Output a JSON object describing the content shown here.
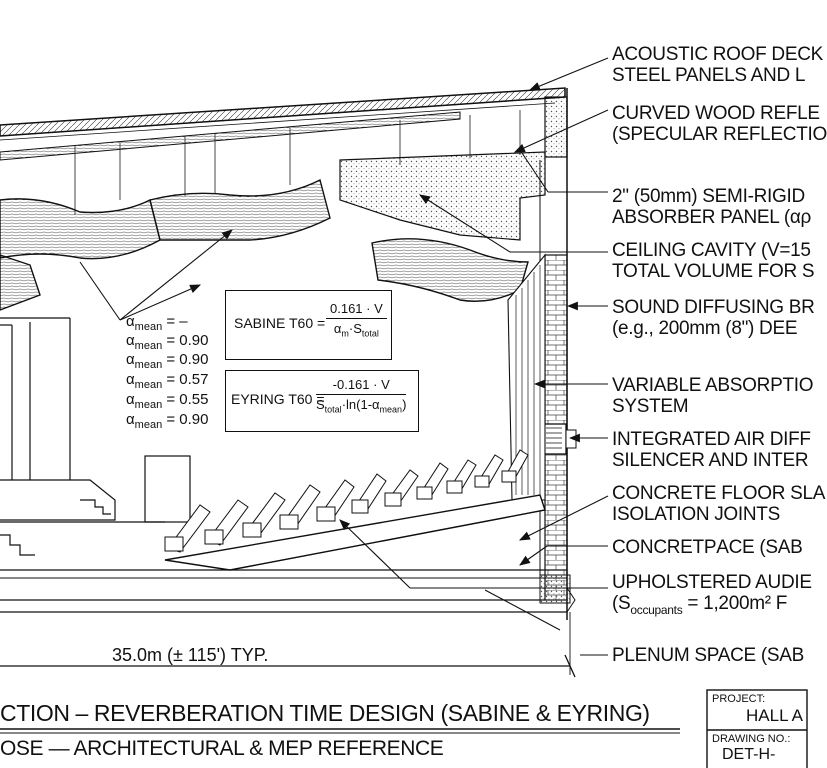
{
  "callouts": [
    {
      "id": "roof",
      "line1": "ACOUSTIC ROOF DECK",
      "line2": "STEEL PANELS AND L"
    },
    {
      "id": "reflector",
      "line1": "CURVED WOOD REFLE",
      "line2": "(SPECULAR REFLECTIO"
    },
    {
      "id": "absorber",
      "line1": "2\" (50mm) SEMI-RIGID",
      "line2": "ABSORBER PANEL (αρ"
    },
    {
      "id": "cavity",
      "line1": "CEILING CAVITY (V=15",
      "line2": "TOTAL VOLUME FOR S"
    },
    {
      "id": "diffusing",
      "line1": "SOUND DIFFUSING BR",
      "line2": "(e.g., 200mm (8\") DEE"
    },
    {
      "id": "variable",
      "line1": "VARIABLE ABSORPTIO",
      "line2": "SYSTEM"
    },
    {
      "id": "air",
      "line1": "INTEGRATED AIR DIFF",
      "line2": "SILENCER AND INTER"
    },
    {
      "id": "slab",
      "line1": "CONCRETE FLOOR SLA",
      "line2": "ISOLATION JOINTS"
    },
    {
      "id": "concretpace",
      "line1": "CONCRETРACE (SAB",
      "line2": ""
    },
    {
      "id": "upholstered",
      "line1": "UPHOLSTERED AUDIE",
      "line2_pre": "(S",
      "line2_sub": "occupants",
      "line2_post": " = 1,200m² F"
    },
    {
      "id": "plenum",
      "line1": "PLENUM SPACE (SAB",
      "line2": ""
    }
  ],
  "alpha_list": {
    "symbol": "α",
    "subscript": "mean",
    "values": [
      "= –",
      "= 0.90",
      "= 0.90",
      "= 0.57",
      "= 0.55",
      "= 0.90"
    ]
  },
  "sabine": {
    "name": "SABINE T60 =",
    "num": "0.161 · V",
    "den_pre": "α",
    "den_sub1": "m",
    "den_mid": "·S",
    "den_sub2": "total"
  },
  "eyring": {
    "name": "EYRING T60 =",
    "num": "-0.161 · V",
    "den_pre": "S",
    "den_sub1": "total",
    "den_mid": "·ln(1-α",
    "den_sub2": "mean",
    "den_post": ")"
  },
  "dimension": "35.0m (± 115') TYP.",
  "title": {
    "line1": "CTION – REVERBERATION TIME DESIGN (SABINE & EYRING)",
    "line2": "OSE — ARCHITECTURAL & MEP REFERENCE"
  },
  "title_block": {
    "project_label": "PROJECT:",
    "project_value": "HALL A",
    "drawing_label": "DRAWING NO.:",
    "drawing_value": "DET-H-"
  }
}
